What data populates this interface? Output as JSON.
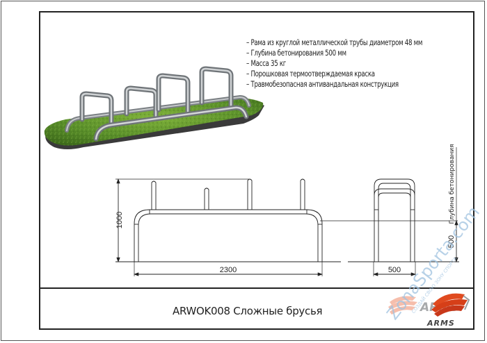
{
  "drawing": {
    "title": "ARWOK008 Сложные брусья",
    "specs": [
      "– Рама из круглой металлической трубы диаметром 48 мм",
      "– Глубина бетонирования 500 мм",
      "– Масса 35 кг",
      "– Порошковая термоотверждаемая краска",
      "– Травмобезопасная антивандальная конструкция"
    ],
    "dimensions": {
      "height": "1000",
      "length": "2300",
      "width": "500",
      "depth": "500",
      "depth_label": "Глубина бетонирования"
    },
    "logo": {
      "brand": "ARMS",
      "brand_color": "#e04a1f",
      "text_color": "#444444"
    },
    "watermark": {
      "site": "ZonaSporta.com",
      "slogan": "СОЗДАЙ СВОЮ ЗОНУ СПОРТА",
      "color": "#9fc2e0"
    },
    "colors": {
      "grass": "#5a8f2a",
      "grass_dark": "#3f6e1a",
      "pipe": "#a9adb0",
      "line": "#222222"
    }
  }
}
